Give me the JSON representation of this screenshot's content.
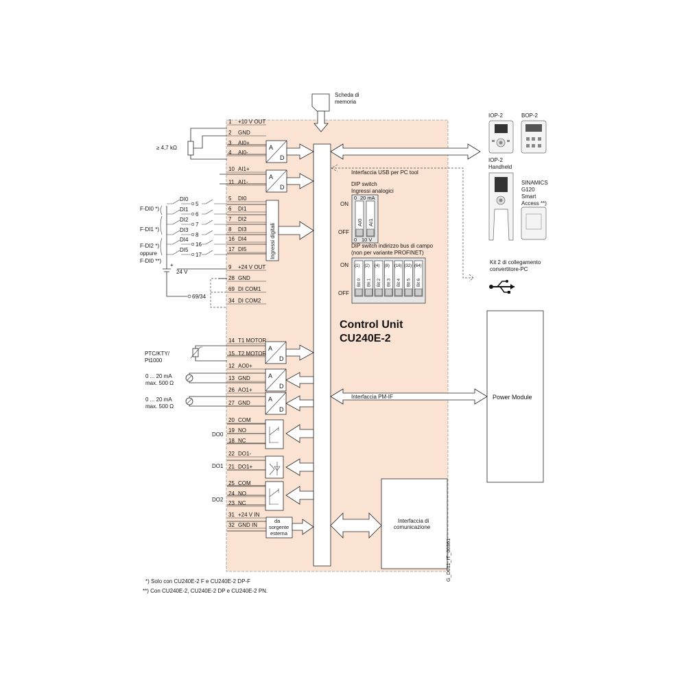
{
  "memory_card": {
    "label_line1": "Scheda di",
    "label_line2": "memoria"
  },
  "control_unit": {
    "title_line1": "Control Unit",
    "title_line2": "CU240E-2"
  },
  "terminals": [
    {
      "num": "1",
      "name": "+10 V OUT"
    },
    {
      "num": "2",
      "name": "GND"
    },
    {
      "num": "3",
      "name": "AI0+"
    },
    {
      "num": "4",
      "name": "AI0-"
    },
    {
      "num": "10",
      "name": "AI1+"
    },
    {
      "num": "11",
      "name": "AI1-"
    },
    {
      "num": "5",
      "name": "DI0"
    },
    {
      "num": "6",
      "name": "DI1"
    },
    {
      "num": "7",
      "name": "DI2"
    },
    {
      "num": "8",
      "name": "DI3"
    },
    {
      "num": "16",
      "name": "DI4"
    },
    {
      "num": "17",
      "name": "DI5"
    },
    {
      "num": "9",
      "name": "+24 V OUT"
    },
    {
      "num": "28",
      "name": "GND"
    },
    {
      "num": "69",
      "name": "DI COM1"
    },
    {
      "num": "34",
      "name": "DI COM2"
    },
    {
      "num": "14",
      "name": "T1 MOTOR"
    },
    {
      "num": "15",
      "name": "T2 MOTOR"
    },
    {
      "num": "12",
      "name": "AO0+"
    },
    {
      "num": "13",
      "name": "GND"
    },
    {
      "num": "26",
      "name": "AO1+"
    },
    {
      "num": "27",
      "name": "GND"
    },
    {
      "num": "20",
      "name": "COM"
    },
    {
      "num": "19",
      "name": "NO"
    },
    {
      "num": "18",
      "name": "NC"
    },
    {
      "num": "22",
      "name": "DO1-"
    },
    {
      "num": "21",
      "name": "DO1+"
    },
    {
      "num": "25",
      "name": "COM"
    },
    {
      "num": "24",
      "name": "NO"
    },
    {
      "num": "23",
      "name": "NC"
    },
    {
      "num": "31",
      "name": "+24 V IN"
    },
    {
      "num": "32",
      "name": "GND IN"
    }
  ],
  "converter": {
    "a": "A",
    "d": "D"
  },
  "digital_inputs_label": "Ingressi digitali",
  "external_source": {
    "line1": "da",
    "line2": "sorgente",
    "line3": "esterna"
  },
  "left": {
    "potentiometer": "≥ 4,7 kΩ",
    "switches": [
      {
        "di": "DI0",
        "term": "5"
      },
      {
        "di": "DI1",
        "term": "6"
      },
      {
        "di": "DI2",
        "term": "7"
      },
      {
        "di": "DI3",
        "term": "8"
      },
      {
        "di": "DI4",
        "term": "16"
      },
      {
        "di": "DI5",
        "term": "17"
      }
    ],
    "fdi0": "F-DI0 *)",
    "fdi1": "F-DI1 *)",
    "fdi2_line1": "F-DI2 *)",
    "fdi2_line2": "oppure",
    "fdi2_line3": "F-DI0 **)",
    "plus": "+",
    "supply": "24 V",
    "com_ref": "69/34",
    "ptc_line1": "PTC/KTY/",
    "ptc_line2": "Pt1000",
    "ao0_line1": "0 ... 20 mA",
    "ao0_line2": "max. 500 Ω",
    "ao1_line1": "0 ... 20 mA",
    "ao1_line2": "max. 500 Ω",
    "do0": "DO0",
    "do1": "DO1",
    "do2": "DO2"
  },
  "usb_interface": "Interfaccia USB per PC tool",
  "dip_analog": {
    "title_line1": "DIP switch",
    "title_line2": "Ingressi analogici",
    "top_left": "0",
    "top_right": "20 mA",
    "bottom_left": "0",
    "bottom_right": "10 V",
    "on": "ON",
    "off": "OFF",
    "switches": [
      "AI0",
      "AI1"
    ]
  },
  "dip_bus": {
    "title_line1": "DIP switch indirizzo bus di campo",
    "title_line2": "(non per variante PROFINET)",
    "on": "ON",
    "off": "OFF",
    "weights": [
      "(1)",
      "(2)",
      "(4)",
      "(8)",
      "(16)",
      "(32)",
      "(64)"
    ],
    "bits": [
      "Bit 0",
      "Bit 1",
      "Bit 2",
      "Bit 3",
      "Bit 4",
      "Bit 5",
      "Bit 6"
    ]
  },
  "pm_interface": "Interfaccia PM-IF",
  "comm_interface": {
    "line1": "Interfaccia di",
    "line2": "comunicazione"
  },
  "power_module": "Power Module",
  "right": {
    "iop2": "IOP-2",
    "bop2": "BOP-2",
    "iop2_handheld_line1": "IOP-2",
    "iop2_handheld_line2": "Handheld",
    "sinamics_line1": "SINAMICS",
    "sinamics_line2": "G120",
    "sinamics_line3": "Smart",
    "sinamics_line4": "Access **)",
    "kit_line1": "Kit 2 di collegamento",
    "kit_line2": "convertitore-PC"
  },
  "footnotes": {
    "note1": "*) Solo con CU240E-2 F e CU240E-2 DP-F",
    "note2": "**) Con CU240E-2, CU240E-2 DP e CU240E-2 PN."
  },
  "doc_code": "G_D011_IT_00361",
  "colors": {
    "unit_fill": "#fbe3d3",
    "unit_border": "#999999",
    "line": "#222222"
  }
}
